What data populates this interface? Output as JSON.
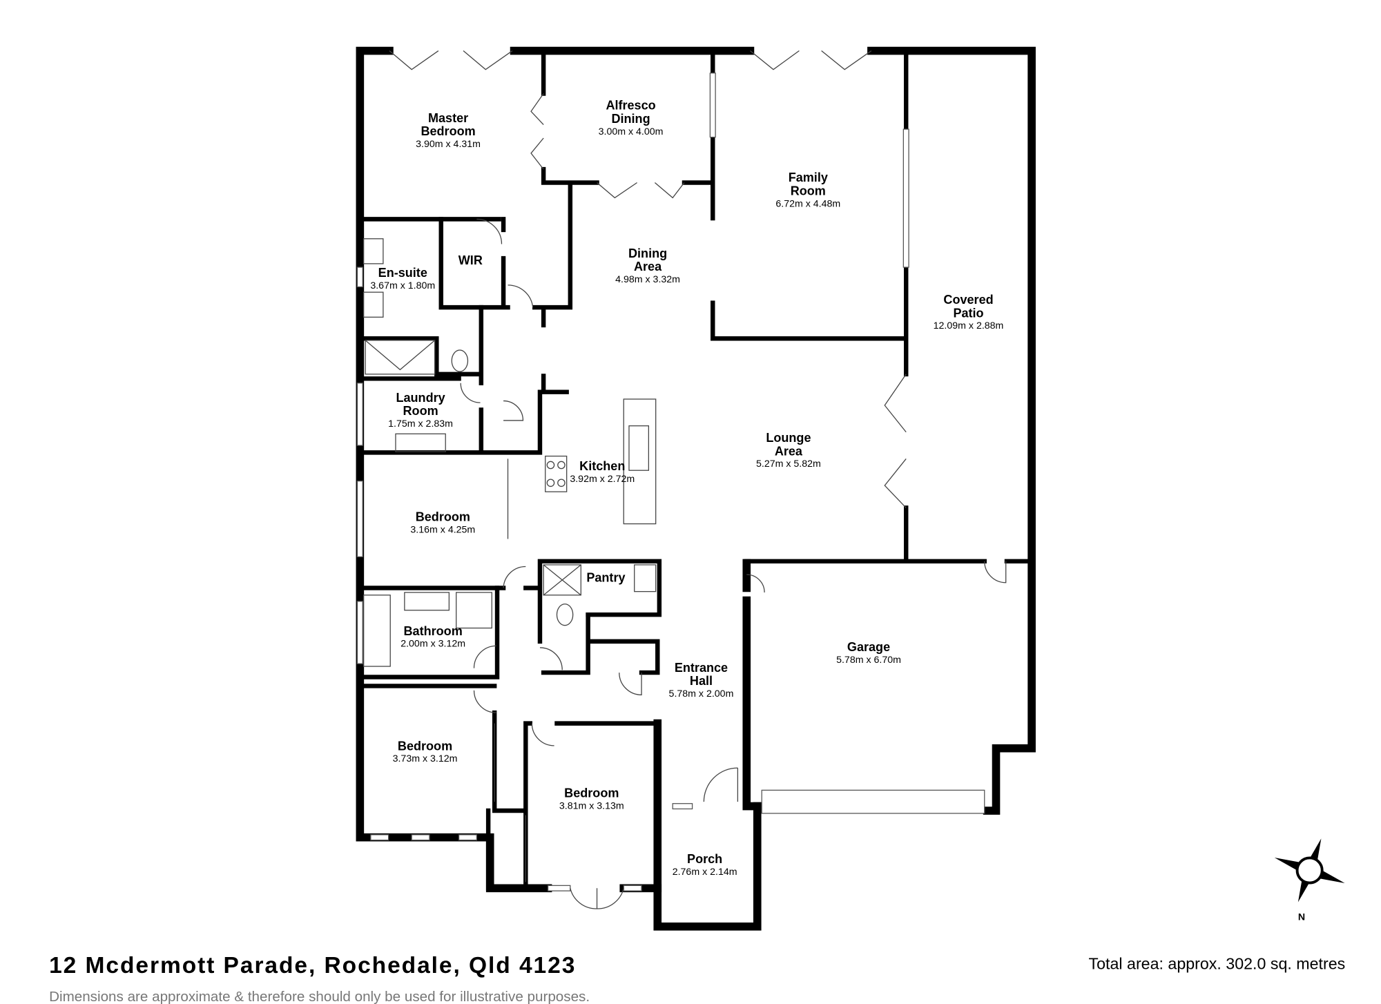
{
  "address": "12 Mcdermott Parade, Rochedale, Qld 4123",
  "total_area": "Total area: approx. 302.0 sq. metres",
  "disclaimer": "Dimensions are approximate & therefore should only be used for illustrative purposes.",
  "compass_label": "N",
  "rooms": [
    {
      "name": [
        "Master",
        "Bedroom"
      ],
      "dim": "3.90m x 4.31m"
    },
    {
      "name": [
        "Alfresco",
        "Dining"
      ],
      "dim": "3.00m x 4.00m"
    },
    {
      "name": [
        "Family",
        "Room"
      ],
      "dim": "6.72m x 4.48m"
    },
    {
      "name": [
        "En-suite"
      ],
      "dim": "3.67m x 1.80m"
    },
    {
      "name": [
        "WIR"
      ]
    },
    {
      "name": [
        "Dining",
        "Area"
      ],
      "dim": "4.98m x 3.32m"
    },
    {
      "name": [
        "Covered",
        "Patio"
      ],
      "dim": "12.09m x 2.88m"
    },
    {
      "name": [
        "Laundry",
        "Room"
      ],
      "dim": "1.75m x 2.83m"
    },
    {
      "name": [
        "Lounge",
        "Area"
      ],
      "dim": "5.27m x 5.82m"
    },
    {
      "name": [
        "Kitchen"
      ],
      "dim": "3.92m x 2.72m"
    },
    {
      "name": [
        "Bedroom"
      ],
      "dim": "3.16m x 4.25m"
    },
    {
      "name": [
        "Pantry"
      ]
    },
    {
      "name": [
        "Bathroom"
      ],
      "dim": "2.00m x 3.12m"
    },
    {
      "name": [
        "Garage"
      ],
      "dim": "5.78m x 6.70m"
    },
    {
      "name": [
        "Entrance",
        "Hall"
      ],
      "dim": "5.78m x 2.00m"
    },
    {
      "name": [
        "Bedroom"
      ],
      "dim": "3.73m x 3.12m"
    },
    {
      "name": [
        "Bedroom"
      ],
      "dim": "3.81m x 3.13m"
    },
    {
      "name": [
        "Porch"
      ],
      "dim": "2.76m x 2.14m"
    }
  ]
}
